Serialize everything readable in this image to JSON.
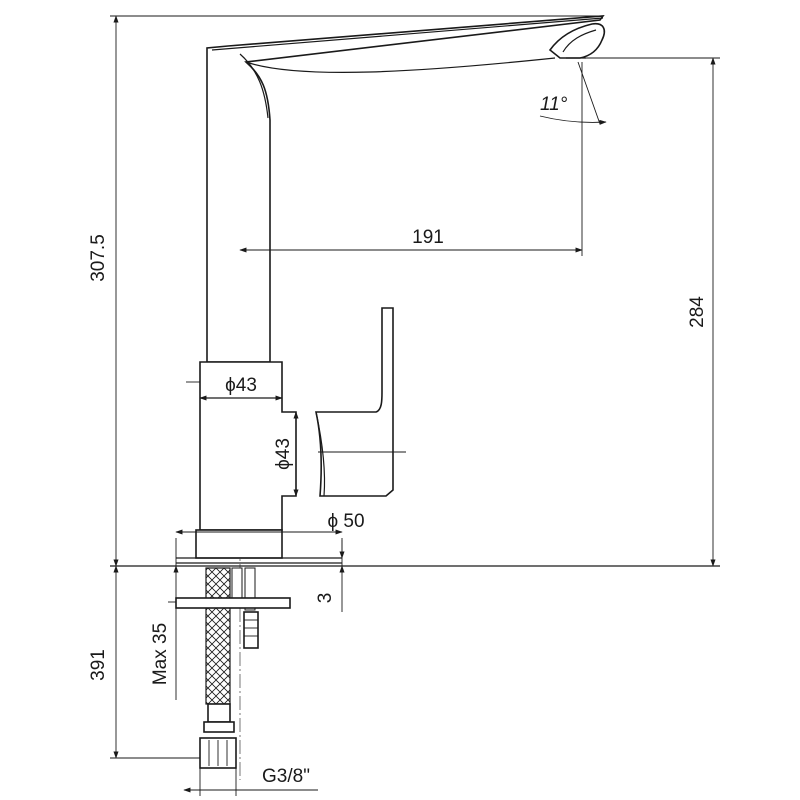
{
  "diagram": {
    "dimensions": {
      "total_height": "307.5",
      "spout_height": "284",
      "spout_reach": "191",
      "spout_angle": "11°",
      "body_diameter_top": "ϕ43",
      "body_diameter_side": "ϕ43",
      "base_diameter": "ϕ 50",
      "base_thickness": "3",
      "max_deck_thickness": "Max 35",
      "hose_length": "391",
      "connection_thread": "G3/8\""
    }
  }
}
